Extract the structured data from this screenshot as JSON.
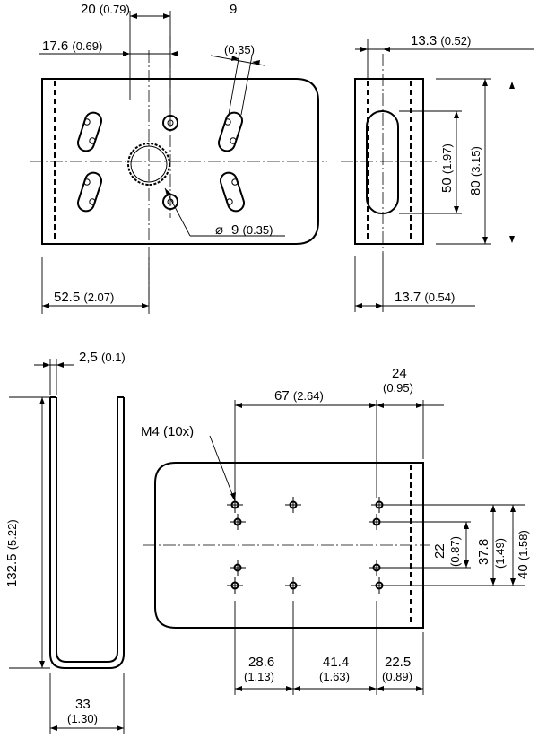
{
  "top_left_view": {
    "dim_20": {
      "main": "20",
      "sub": "(0.79)"
    },
    "dim_17_6": {
      "main": "17.6",
      "sub": "(0.69)"
    },
    "dim_9": {
      "main": "9",
      "sub": "(0.35)"
    },
    "dim_52_5": {
      "main": "52.5",
      "sub": "(2.07)"
    },
    "hole_dia": {
      "main": "9",
      "sub": "(0.35)"
    }
  },
  "top_right_view": {
    "dim_13_3": {
      "main": "13.3",
      "sub": "(0.52)"
    },
    "dim_50": {
      "main": "50",
      "sub": "(1.97)"
    },
    "dim_80": {
      "main": "80",
      "sub": "(3.15)"
    },
    "dim_13_7": {
      "main": "13.7",
      "sub": "(0.54)"
    }
  },
  "bottom_left_view": {
    "dim_2_5": {
      "main": "2,5",
      "sub": "(0.1)"
    },
    "dim_132_5": {
      "main": "132.5",
      "sub": "(5.22)"
    },
    "dim_33": {
      "main": "33",
      "sub": "(1.30)"
    }
  },
  "bottom_right_view": {
    "dim_67": {
      "main": "67",
      "sub": "(2.64)"
    },
    "dim_24": {
      "main": "24",
      "sub": "(0.95)"
    },
    "m4_label": "M4 (10x)",
    "dim_22": {
      "main": "22",
      "sub": "(0.87)"
    },
    "dim_37_8": {
      "main": "37.8",
      "sub": "(1.49)"
    },
    "dim_40": {
      "main": "40",
      "sub": "(1.58)"
    },
    "dim_28_6": {
      "main": "28.6",
      "sub": "(1.13)"
    },
    "dim_41_4": {
      "main": "41.4",
      "sub": "(1.63)"
    },
    "dim_22_5": {
      "main": "22.5",
      "sub": "(0.89)"
    }
  }
}
